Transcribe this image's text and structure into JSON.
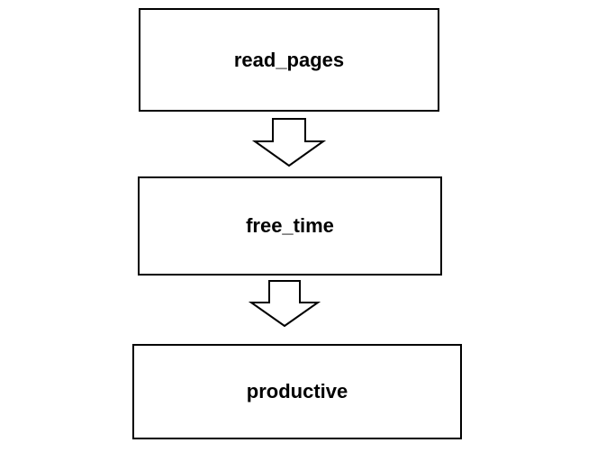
{
  "diagram": {
    "nodes": [
      {
        "label": "read_pages"
      },
      {
        "label": "free_time"
      },
      {
        "label": "productive"
      }
    ],
    "edges": [
      {
        "from": "read_pages",
        "to": "free_time"
      },
      {
        "from": "free_time",
        "to": "productive"
      }
    ],
    "colors": {
      "stroke": "#000000",
      "fill": "#ffffff"
    }
  }
}
